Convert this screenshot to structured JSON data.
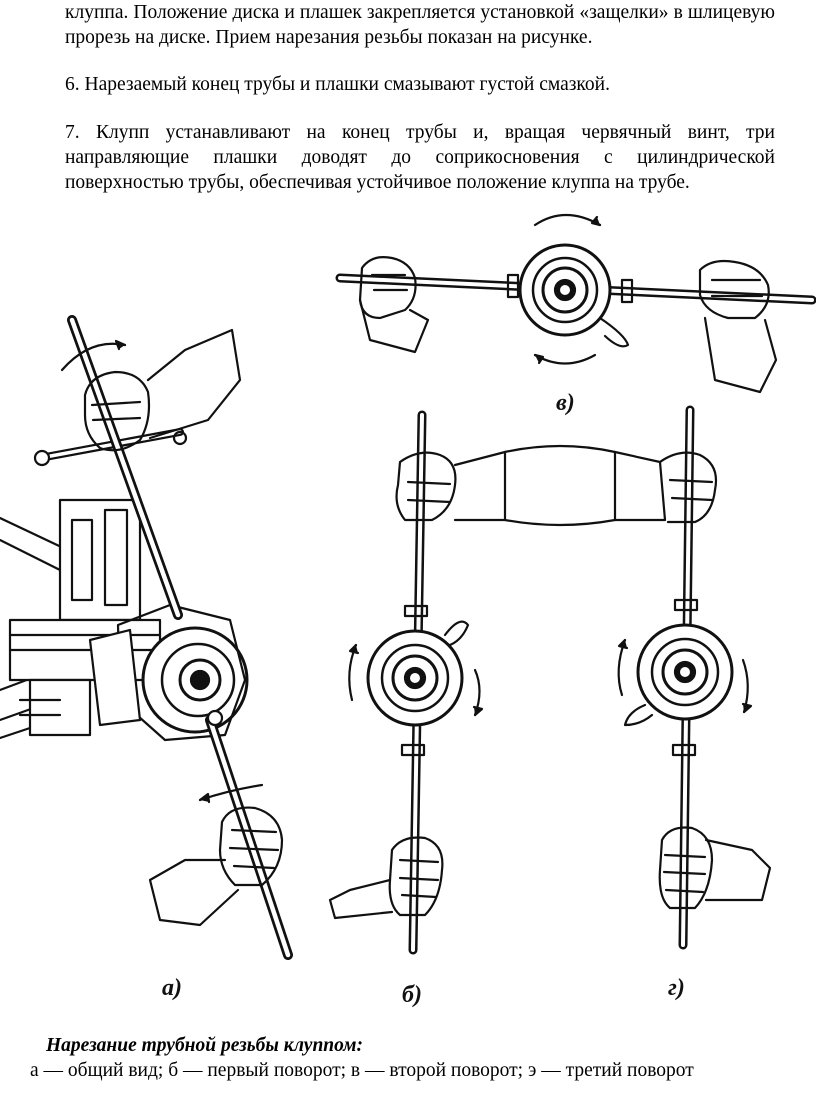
{
  "paragraphs": [
    "клуппа. Положение диска и плашек закрепляется установкой «защелки» в шлицевую прорезь на диске. Прием нарезания резьбы показан на рисунке.",
    "6. Нарезаемый конец трубы и плашки смазывают густой смазкой.",
    "7. Клупп устанавливают на конец трубы и, вращая червячный винт, три направляющие плашки доводят до соприкосновения с цилиндрической поверхностью трубы, обеспечивая устойчивое положение клуппа на трубе."
  ],
  "figure": {
    "labels": {
      "a": "а)",
      "b": "б)",
      "v": "в)",
      "g": "г)"
    }
  },
  "caption": {
    "title": "Нарезание трубной резьбы клуппом:",
    "text": "а — общий вид; б — первый поворот; в — второй поворот; э — третий поворот"
  }
}
